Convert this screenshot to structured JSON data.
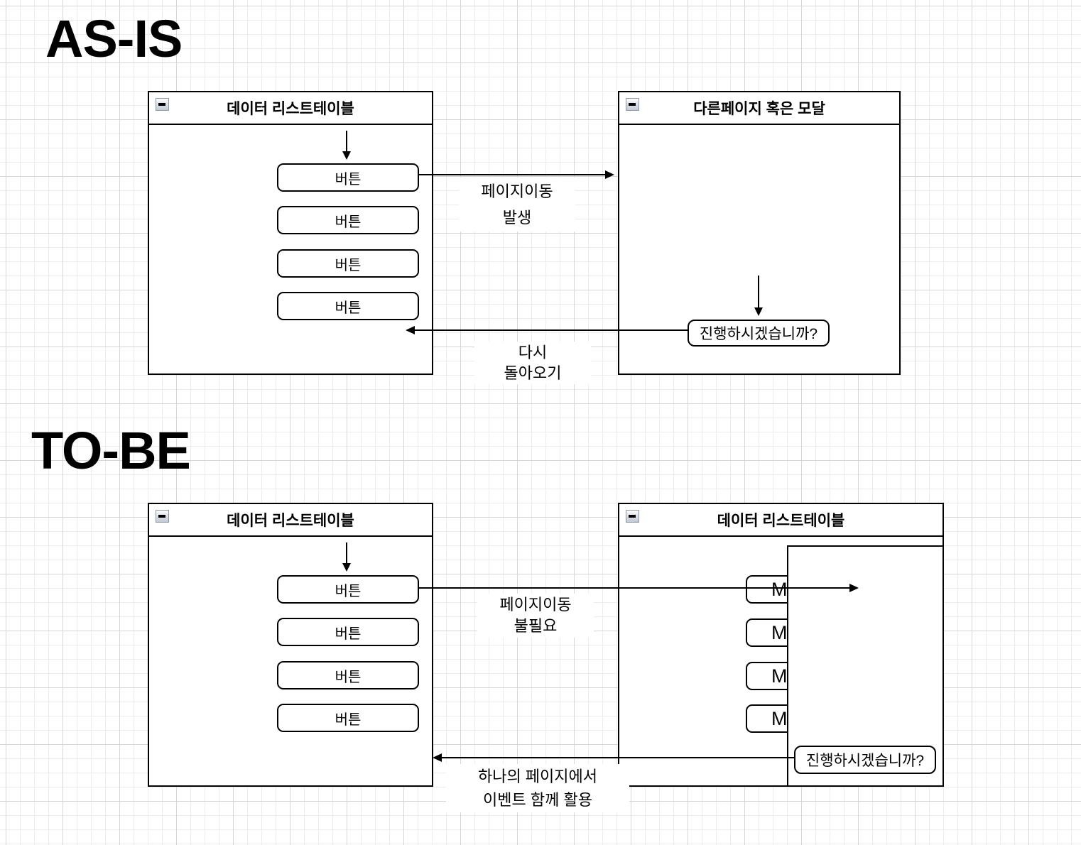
{
  "canvas": {
    "stroke_color": "#000000",
    "background_color": "#ffffff",
    "grid_minor_color": "#ededed",
    "grid_major_color": "#d6d6d6"
  },
  "as_is": {
    "section_title": "AS-IS",
    "left_window": {
      "title": "데이터 리스트테이블",
      "buttons": [
        "버튼",
        "버튼",
        "버튼",
        "버튼"
      ]
    },
    "right_window": {
      "title": "다른페이지 혹은 모달",
      "confirm_button_label": "진행하시겠습니까?"
    },
    "forward_label": {
      "line1": "페이지이동",
      "line2": "발생"
    },
    "return_label": {
      "line1": "다시",
      "line2": "돌아오기"
    }
  },
  "to_be": {
    "section_title": "TO-BE",
    "left_window": {
      "title": "데이터 리스트테이블",
      "buttons": [
        "버튼",
        "버튼",
        "버튼",
        "버튼"
      ]
    },
    "right_window": {
      "title": "데이터 리스트테이블",
      "truncated_buttons": [
        "M",
        "M",
        "M",
        "M"
      ],
      "confirm_button_label": "진행하시겠습니까?"
    },
    "forward_label": {
      "line1": "페이지이동",
      "line2": "불필요"
    },
    "return_label": {
      "line1": "하나의 페이지에서",
      "line2": "이벤트 함께 활용"
    }
  }
}
